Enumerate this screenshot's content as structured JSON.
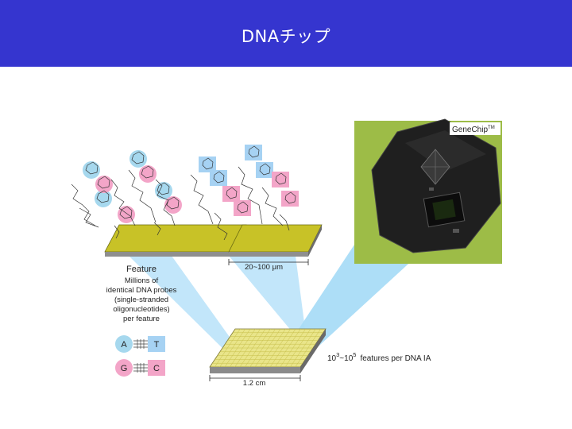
{
  "slide": {
    "title": "DNAチップ"
  },
  "labels": {
    "feature": "Feature",
    "probe_lines": [
      "Millions of",
      "identical DNA probes",
      "(single-stranded",
      "oligonucleotides)",
      "per feature"
    ],
    "feature_size": "20~100 μm",
    "chip_size": "1.2 cm",
    "feature_count": "features per DNA IA",
    "base_exp_low": "3",
    "base_exp_high": "5",
    "base_prefix": "10",
    "base_range_sep": "~10",
    "gene_chip": "GeneChip",
    "trademark": "TM"
  },
  "base_pairs": [
    {
      "left": "A",
      "right": "T"
    },
    {
      "left": "G",
      "right": "C"
    }
  ],
  "colors": {
    "header": "#3535cf",
    "chip_surface": "#c8c227",
    "array_surface": "#e9e58a",
    "light_beam": "#a9dcf7",
    "base_pink": "#f3a5c8",
    "base_blue": "#a6d2f3",
    "cartridge_bg": "#8fb23e"
  }
}
